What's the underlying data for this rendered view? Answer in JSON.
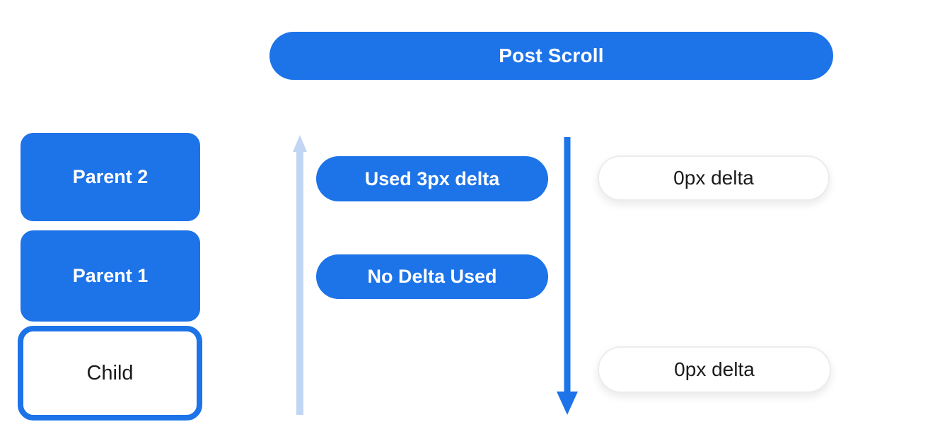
{
  "header": {
    "label": "Post Scroll"
  },
  "scroll_tree": [
    {
      "id": "parent-2",
      "label": "Parent 2",
      "style": "filled"
    },
    {
      "id": "parent-1",
      "label": "Parent 1",
      "style": "filled"
    },
    {
      "id": "child",
      "label": "Child",
      "style": "outlined"
    }
  ],
  "chain_results": {
    "parent2_used_delta": "Used 3px delta",
    "parent1_used_delta": "No Delta Used",
    "parent2_remaining_delta": "0px delta",
    "child_remaining_delta": "0px delta"
  },
  "icons": {
    "up_arrow": "scroll-chain-up-arrow",
    "down_arrow": "scroll-delta-down-arrow"
  },
  "colors": {
    "primary_blue": "#1d73e8",
    "light_blue_arrow": "#c2d6f4",
    "white": "#ffffff",
    "text_dark": "#1b1b1b",
    "pill_border": "#ececec"
  }
}
